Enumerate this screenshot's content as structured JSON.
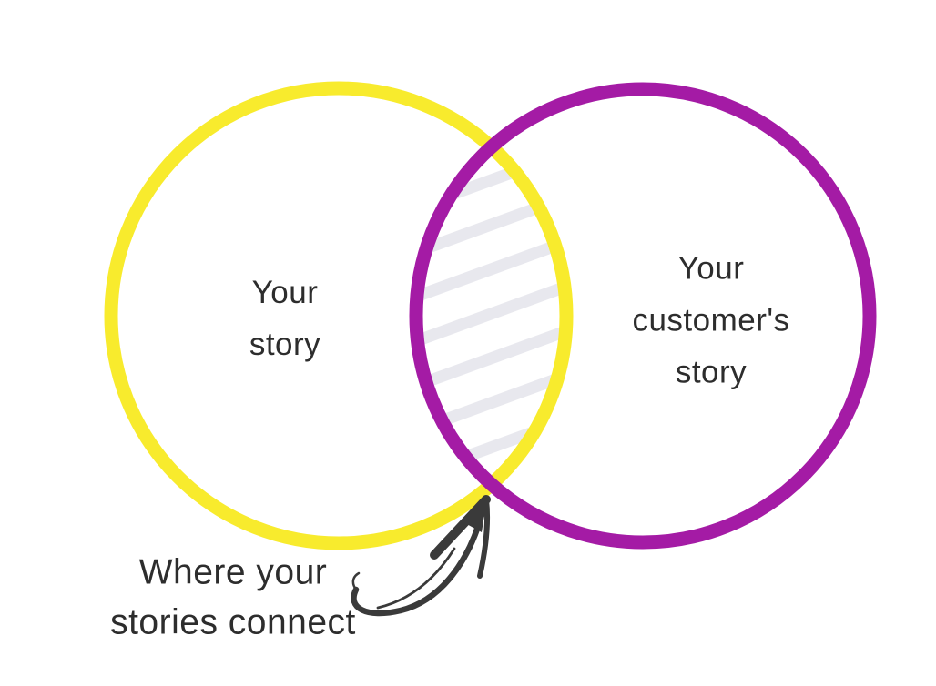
{
  "colors": {
    "background": "#FFFFFF",
    "yellow_circle": "#F8EB2D",
    "purple_circle": "#A41BA5",
    "hatch": "#E8E8EE",
    "text": "#2D2D2D",
    "arrow": "#3A3A3A"
  },
  "venn": {
    "left_circle": {
      "lines": [
        "Your",
        "story"
      ]
    },
    "right_circle": {
      "lines": [
        "Your",
        "customer's",
        "story"
      ]
    },
    "overlap": {
      "description": "hatched-intersection"
    },
    "annotation": {
      "lines": [
        "Where your",
        "stories connect"
      ]
    }
  }
}
